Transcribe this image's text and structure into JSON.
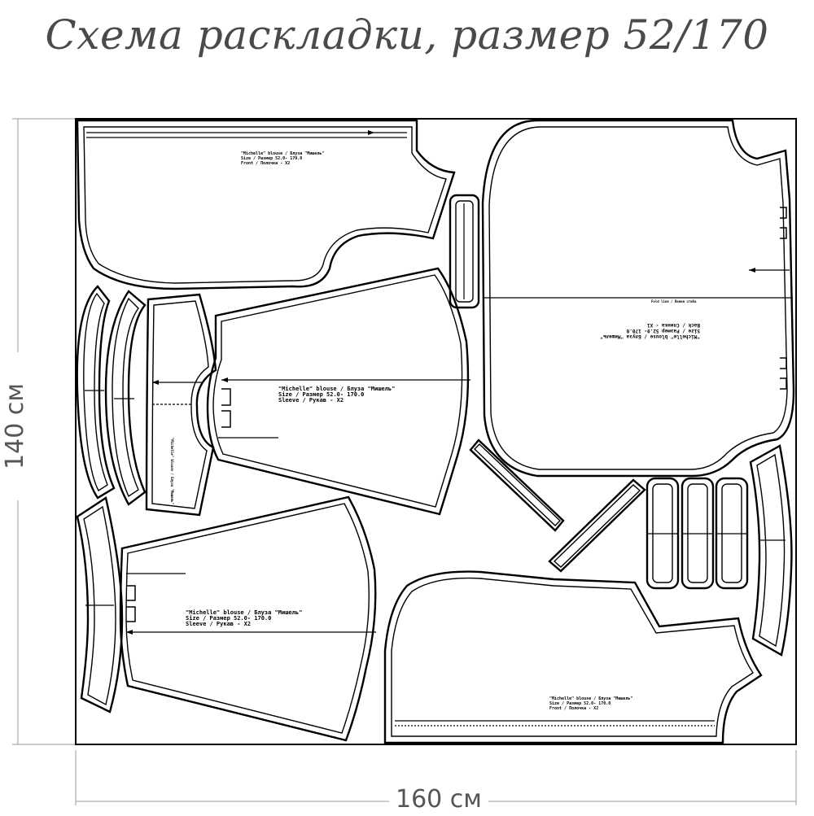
{
  "title": "Схема раскладки, размер 52/170",
  "dimensions": {
    "width": "160 см",
    "height": "140 см"
  },
  "pieces": {
    "front": [
      "\"Michelle\" blouse / Блуза \"Мишель\"",
      "Size / Размер    52.0- 170.0",
      "Front / Полочка - Х2"
    ],
    "sleeve": [
      "\"Michelle\" blouse / Блуза \"Мишель\"",
      "Size / Размер    52.0- 170.0",
      "Sleeve / Рукав - Х2"
    ],
    "back": [
      "\"Michelle\" blouse / Блуза \"Мишель\"",
      "Size / Размер    52.0- 170.0",
      "Back / Спинка - Х1"
    ],
    "fold_line": "Fold line / Линия сгиба"
  }
}
